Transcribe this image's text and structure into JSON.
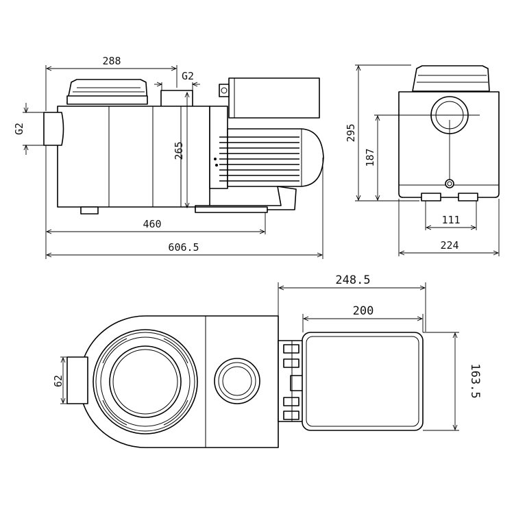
{
  "front_view": {
    "dim_top_width": "288",
    "dim_outlet": "G2",
    "dim_inlet": "G2",
    "dim_outlet_height": "265",
    "dim_base_length": "460",
    "dim_total_length": "606.5"
  },
  "side_view": {
    "dim_height": "295",
    "dim_inlet_height": "187",
    "dim_foot_spacing": "111",
    "dim_width": "224"
  },
  "top_view": {
    "dim_body_to_end": "248.5",
    "dim_motor_length": "200",
    "dim_motor_width": "163.5",
    "dim_inlet_size": "62"
  }
}
